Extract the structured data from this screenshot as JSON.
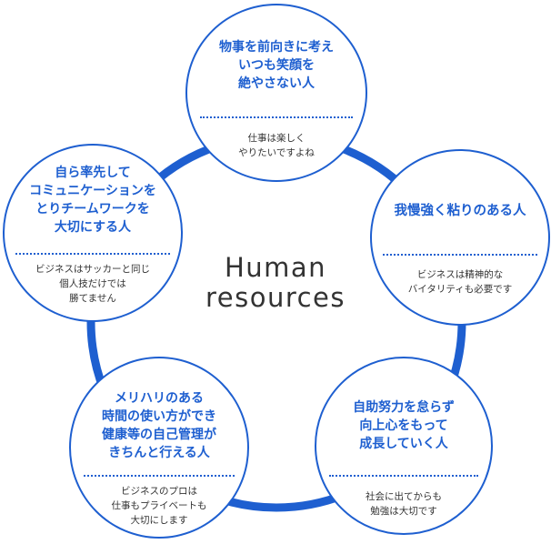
{
  "center": {
    "line1": "Human",
    "line2": "resources"
  },
  "colors": {
    "accent": "#1e5fd0",
    "text": "#333333"
  },
  "nodes": {
    "top": {
      "heading": [
        "物事を前向きに考え",
        "いつも笑顔を",
        "絶やさない人"
      ],
      "desc": [
        "仕事は楽しく",
        "やりたいですよね"
      ]
    },
    "right": {
      "heading": [
        "我慢強く粘りのある人"
      ],
      "desc": [
        "ビジネスは精神的な",
        "バイタリティも必要です"
      ]
    },
    "bottom_right": {
      "heading": [
        "自助努力を怠らず",
        "向上心をもって",
        "成長していく人"
      ],
      "desc": [
        "社会に出てからも",
        "勉強は大切です"
      ]
    },
    "bottom_left": {
      "heading": [
        "メリハリのある",
        "時間の使い方ができ",
        "健康等の自己管理が",
        "きちんと行える人"
      ],
      "desc": [
        "ビジネスのプロは",
        "仕事もプライベートも",
        "大切にします"
      ]
    },
    "left": {
      "heading": [
        "自ら率先して",
        "コミュニケーションを",
        "とりチームワークを",
        "大切にする人"
      ],
      "desc": [
        "ビジネスはサッカーと同じ",
        "個人技だけでは",
        "勝てません"
      ]
    }
  }
}
